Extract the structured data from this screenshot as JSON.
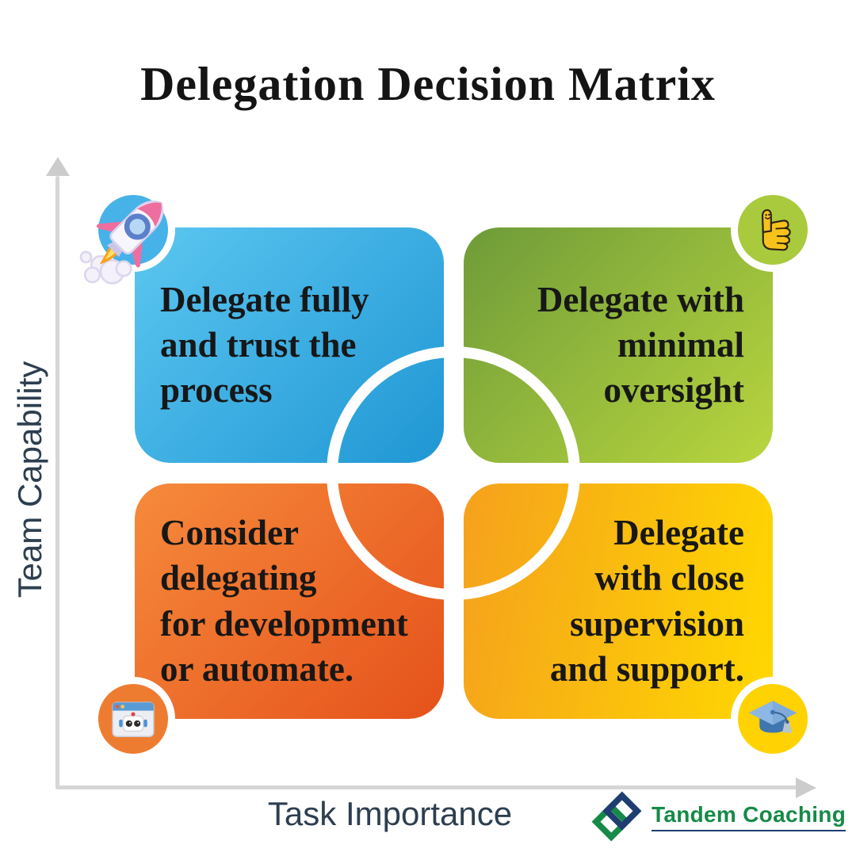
{
  "title": "Delegation Decision Matrix",
  "axes": {
    "y_label": "Team Capability",
    "x_label": "Task Importance"
  },
  "quadrants": [
    {
      "position": "top-left",
      "label": "Delegate fully\nand trust the\nprocess",
      "icon": "rocket-icon",
      "align": "left",
      "color_start": "#5cc7f1",
      "color_end": "#1f96d3",
      "badge_color": "#47b2e8",
      "gradient_angle": "135deg"
    },
    {
      "position": "top-right",
      "label": "Delegate with\nminimal\noversight",
      "icon": "thumbs-up-icon",
      "align": "right",
      "color_start": "#6e9b39",
      "color_end": "#b9d63e",
      "badge_color": "#a9ca3d",
      "gradient_angle": "135deg"
    },
    {
      "position": "bottom-left",
      "label": "Consider\ndelegating\nfor development\nor automate.",
      "icon": "robot-window-icon",
      "align": "left",
      "color_start": "#f68a3c",
      "color_end": "#e5521a",
      "badge_color": "#ee7c30",
      "gradient_angle": "135deg"
    },
    {
      "position": "bottom-right",
      "label": "Delegate\nwith close\nsupervision\nand support.",
      "icon": "graduation-cap-icon",
      "align": "right",
      "color_start": "#f5a11d",
      "color_end": "#ffd800",
      "badge_color": "#ffd204",
      "gradient_angle": "100deg"
    }
  ],
  "logo": {
    "name": "Tandem Coaching",
    "text_color": "#168a47",
    "diamond_front": "#168a47",
    "diamond_back": "#1e3e70",
    "underline_color": "#1e3e70"
  },
  "colors": {
    "background": "#ffffff",
    "title_text": "#141414",
    "quadrant_text": "#171717",
    "axis_label": "#2d3e50",
    "axis_line": "#d6d6d6",
    "arrow": "#cccccc",
    "ring": "#ffffff"
  }
}
